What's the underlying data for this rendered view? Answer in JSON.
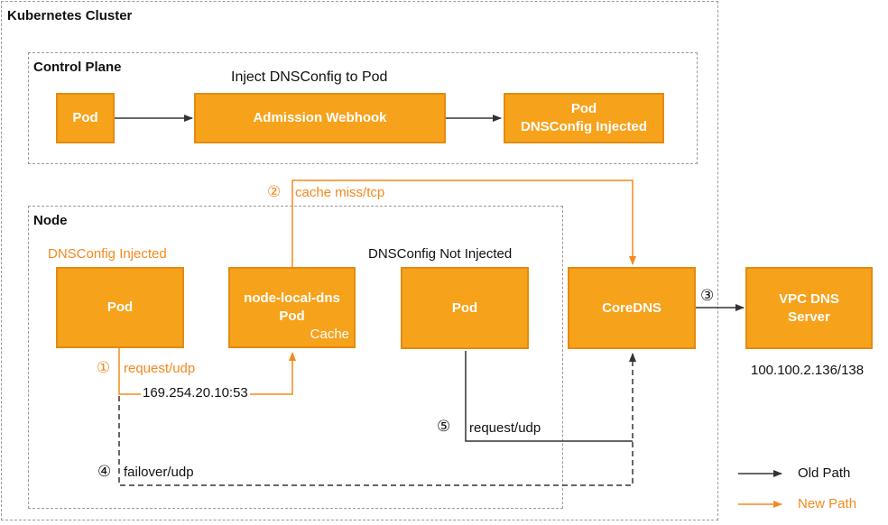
{
  "cluster": {
    "label": "Kubernetes Cluster"
  },
  "control_plane": {
    "label": "Control Plane",
    "inject_caption": "Inject DNSConfig to Pod",
    "pod": "Pod",
    "admission_webhook": "Admission Webhook",
    "pod_injected_line1": "Pod",
    "pod_injected_line2": "DNSConfig Injected"
  },
  "node": {
    "label": "Node",
    "injected_caption": "DNSConfig Injected",
    "not_injected_caption": "DNSConfig Not Injected",
    "pod_left": "Pod",
    "node_local_dns_line1": "node-local-dns",
    "node_local_dns_line2": "Pod",
    "node_local_dns_cache": "Cache",
    "pod_right": "Pod"
  },
  "coredns": "CoreDNS",
  "vpc_dns": {
    "line1": "VPC DNS",
    "line2": "Server",
    "ip": "100.100.2.136/138"
  },
  "edges": {
    "step1_marker": "①",
    "step1_label": "request/udp",
    "local_ip": "169.254.20.10:53",
    "step2_marker": "②",
    "step2_label": "cache miss/tcp",
    "step3_marker": "③",
    "step4_marker": "④",
    "step4_label": "failover/udp",
    "step5_marker": "⑤",
    "step5_label": "request/udp"
  },
  "legend": {
    "old_path": "Old Path",
    "new_path": "New Path"
  },
  "colors": {
    "orange": "#f7a21b",
    "orange_line": "#f28a1e",
    "dark_line": "#333333"
  }
}
